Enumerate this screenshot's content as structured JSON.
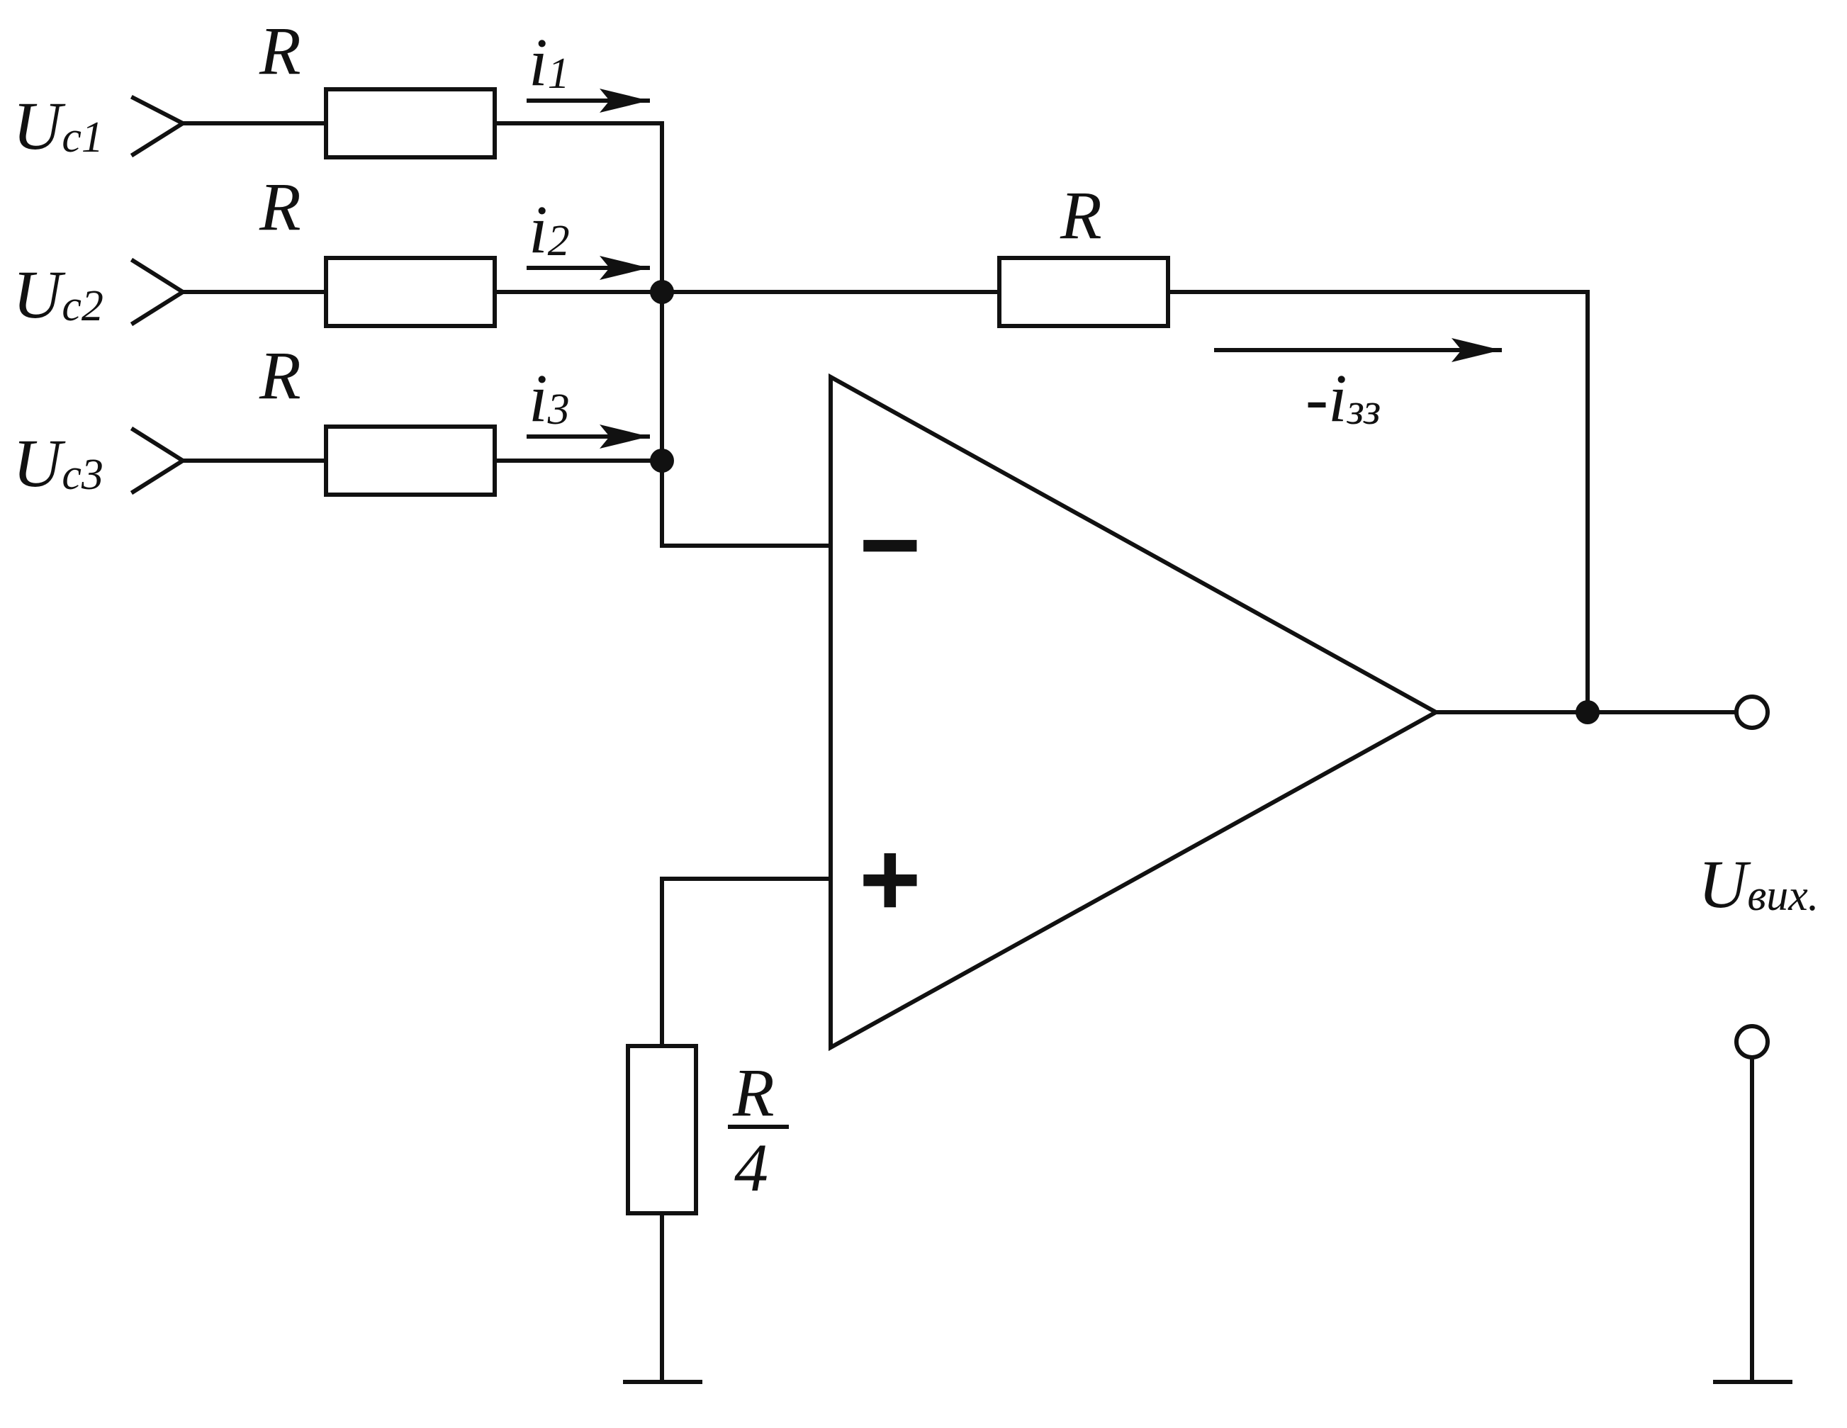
{
  "inputs": [
    {
      "main": "U",
      "sub": "c1"
    },
    {
      "main": "U",
      "sub": "c2"
    },
    {
      "main": "U",
      "sub": "c3"
    }
  ],
  "resistor_labels": {
    "r1": "R",
    "r2": "R",
    "r3": "R",
    "feedback": "R",
    "ground_numerator": "R",
    "ground_denominator": "4"
  },
  "currents": [
    {
      "main": "i",
      "sub": "1"
    },
    {
      "main": "i",
      "sub": "2"
    },
    {
      "main": "i",
      "sub": "3"
    }
  ],
  "feedback_current": {
    "main": "-i",
    "sub": "зз"
  },
  "opamp": {
    "inverting": "−",
    "non_inverting": "+"
  },
  "output": {
    "main": "U",
    "sub": "вих."
  },
  "colors": {
    "line": "#111111",
    "background": "#ffffff"
  }
}
